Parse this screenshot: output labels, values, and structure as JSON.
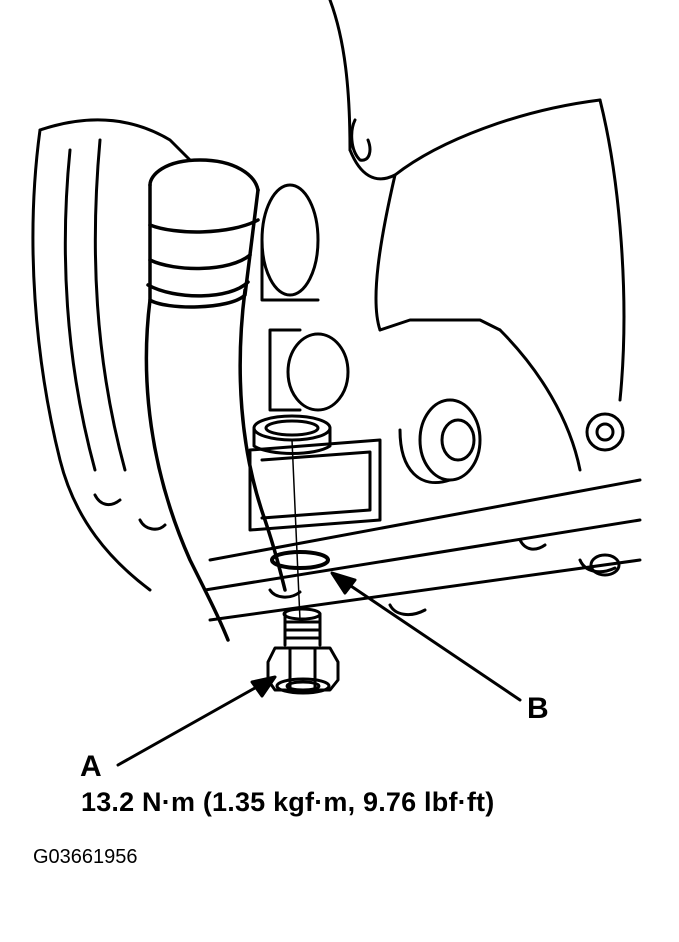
{
  "callouts": {
    "a": "A",
    "b": "B"
  },
  "torque_spec": "13.2 N·m (1.35 kgf·m, 9.76 lbf·ft)",
  "figure_code": "G03661956"
}
